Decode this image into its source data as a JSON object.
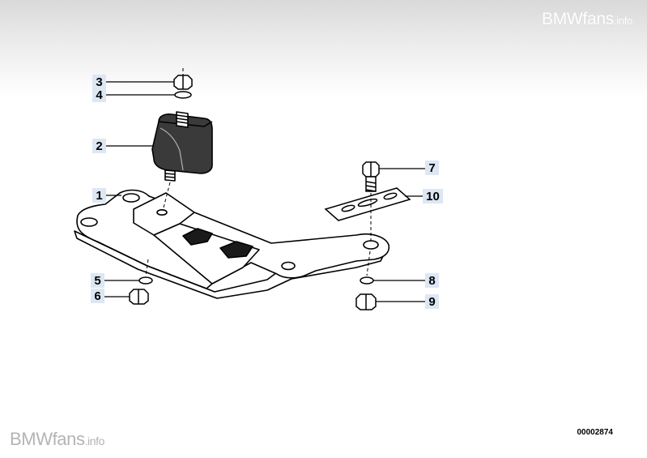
{
  "watermark": {
    "top_brand": "BMWfans",
    "top_suffix": ".info",
    "bottom_brand": "BMWfans",
    "bottom_suffix": ".info"
  },
  "diagram": {
    "part_number": "00002874",
    "colors": {
      "line": "#000000",
      "callout_box": "#dde7f4",
      "mount_fill": "#3a3a3a",
      "background": "#ffffff"
    },
    "callouts": [
      "1",
      "2",
      "3",
      "4",
      "5",
      "6",
      "7",
      "8",
      "9",
      "10"
    ]
  }
}
